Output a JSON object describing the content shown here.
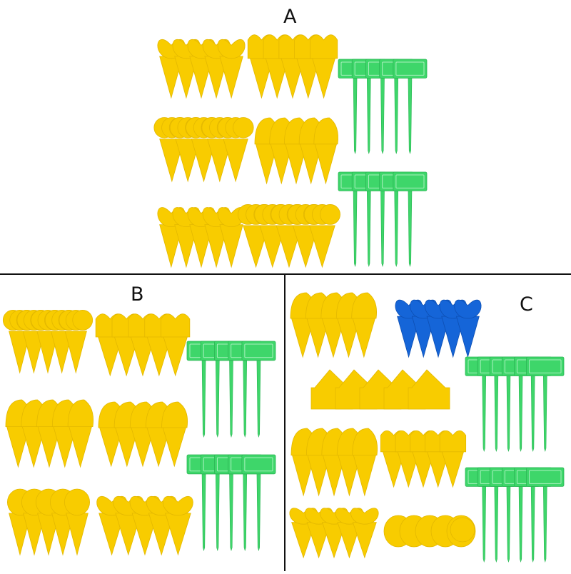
{
  "panels": {
    "a": {
      "label": "A"
    },
    "b": {
      "label": "B"
    },
    "c": {
      "label": "C"
    }
  },
  "colors": {
    "yellow_trap": "#f8cc00",
    "yellow_trap_edge": "#e3b800",
    "blue_trap": "#1565d8",
    "blue_trap_edge": "#0d4fb3",
    "green_tag": "#3ed66a",
    "green_tag_edge": "#2cb655",
    "divider": "#111111"
  },
  "items": {
    "yellow_trap": "yellow-sticky-trap-icon",
    "blue_trap": "blue-sticky-trap-icon",
    "plant_tag": "plant-label-tag-icon"
  }
}
